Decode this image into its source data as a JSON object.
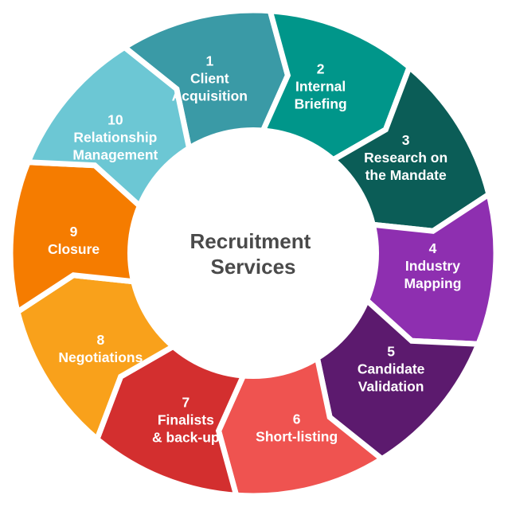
{
  "center": {
    "lines": [
      "Recruitment",
      "Services"
    ]
  },
  "steps": [
    {
      "number": "1",
      "lines": [
        "Client",
        "Acquisition"
      ],
      "color": "#3a9aa6"
    },
    {
      "number": "2",
      "lines": [
        "Internal",
        "Briefing"
      ],
      "color": "#00968a"
    },
    {
      "number": "3",
      "lines": [
        "Research on",
        "the Mandate"
      ],
      "color": "#0b5d57"
    },
    {
      "number": "4",
      "lines": [
        "Industry",
        "Mapping"
      ],
      "color": "#8e2fb0"
    },
    {
      "number": "5",
      "lines": [
        "Candidate",
        "Validation"
      ],
      "color": "#5c1a6e"
    },
    {
      "number": "6",
      "lines": [
        "Short-listing"
      ],
      "color": "#ef5350"
    },
    {
      "number": "7",
      "lines": [
        "Finalists",
        "& back-up"
      ],
      "color": "#d32f2f"
    },
    {
      "number": "8",
      "lines": [
        "Negotiations"
      ],
      "color": "#f9a11b"
    },
    {
      "number": "9",
      "lines": [
        "Closure"
      ],
      "color": "#f57c00"
    },
    {
      "number": "10",
      "lines": [
        "Relationship",
        "Management"
      ],
      "color": "#6cc7d4"
    }
  ]
}
